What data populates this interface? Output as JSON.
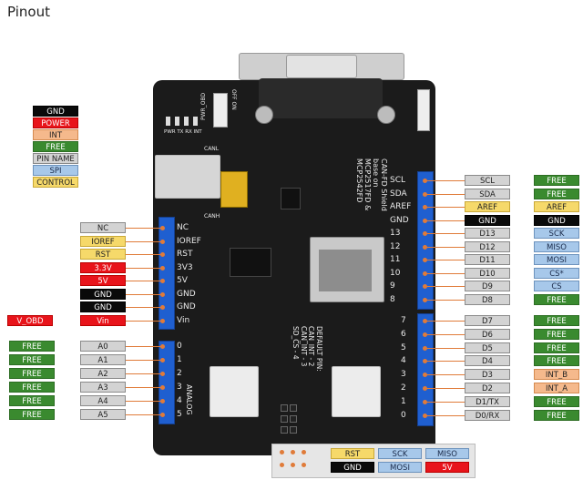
{
  "title": "Pinout",
  "legend": [
    {
      "text": "GND",
      "style": "gnd"
    },
    {
      "text": "POWER",
      "style": "red"
    },
    {
      "text": "INT",
      "style": "orange"
    },
    {
      "text": "FREE",
      "style": "free"
    },
    {
      "text": "PIN NAME",
      "style": "gray"
    },
    {
      "text": "SPI",
      "style": "blue"
    },
    {
      "text": "CONTROL",
      "style": "yel"
    }
  ],
  "left_power": [
    {
      "pin": "NC",
      "func": "NC",
      "func_style": "gray",
      "silk": "NC"
    },
    {
      "pin": "IOREF",
      "func": "IOREF",
      "func_style": "yel",
      "silk": "IOREF"
    },
    {
      "pin": "RST",
      "func": "RST",
      "func_style": "yel",
      "silk": "RST"
    },
    {
      "pin": "3.3V",
      "func": "3.3V",
      "func_style": "red",
      "silk": "3V3"
    },
    {
      "pin": "5V",
      "func": "5V",
      "func_style": "red",
      "silk": "5V"
    },
    {
      "pin": "GND",
      "func": "GND",
      "func_style": "gnd",
      "silk": "GND"
    },
    {
      "pin": "GND",
      "func": "GND",
      "func_style": "gnd",
      "silk": "GND"
    },
    {
      "pin": "Vin",
      "func": "Vin",
      "func_style": "red",
      "silk": "Vin",
      "extra": "V_OBD"
    }
  ],
  "left_analog": [
    {
      "free": "FREE",
      "pin": "A0",
      "silk": "0"
    },
    {
      "free": "FREE",
      "pin": "A1",
      "silk": "1"
    },
    {
      "free": "FREE",
      "pin": "A2",
      "silk": "2"
    },
    {
      "free": "FREE",
      "pin": "A3",
      "silk": "3"
    },
    {
      "free": "FREE",
      "pin": "A4",
      "silk": "4"
    },
    {
      "free": "FREE",
      "pin": "A5",
      "silk": "5"
    }
  ],
  "right_top": [
    {
      "pin": "SCL",
      "func": "FREE",
      "func_style": "free",
      "silk": "SCL"
    },
    {
      "pin": "SDA",
      "func": "FREE",
      "func_style": "free",
      "silk": "SDA"
    },
    {
      "pin": "AREF",
      "func": "AREF",
      "func_style": "yel",
      "silk": "AREF",
      "pin_style": "yel"
    },
    {
      "pin": "GND",
      "func": "GND",
      "func_style": "gnd",
      "silk": "GND",
      "pin_style": "gnd"
    },
    {
      "pin": "D13",
      "func": "SCK",
      "func_style": "blue",
      "silk": "13"
    },
    {
      "pin": "D12",
      "func": "MISO",
      "func_style": "blue",
      "silk": "12"
    },
    {
      "pin": "D11",
      "func": "MOSI",
      "func_style": "blue",
      "silk": "11"
    },
    {
      "pin": "D10",
      "func": "CS*",
      "func_style": "blue",
      "silk": "10"
    },
    {
      "pin": "D9",
      "func": "CS",
      "func_style": "blue",
      "silk": "9"
    },
    {
      "pin": "D8",
      "func": "FREE",
      "func_style": "free",
      "silk": "8"
    }
  ],
  "right_bottom": [
    {
      "pin": "D7",
      "func": "FREE",
      "func_style": "free",
      "silk": "7"
    },
    {
      "pin": "D6",
      "func": "FREE",
      "func_style": "free",
      "silk": "6"
    },
    {
      "pin": "D5",
      "func": "FREE",
      "func_style": "free",
      "silk": "5"
    },
    {
      "pin": "D4",
      "func": "FREE",
      "func_style": "free",
      "silk": "4"
    },
    {
      "pin": "D3",
      "func": "INT_B",
      "func_style": "orange",
      "silk": "3"
    },
    {
      "pin": "D2",
      "func": "INT_A",
      "func_style": "orange",
      "silk": "2"
    },
    {
      "pin": "D1/TX",
      "func": "FREE",
      "func_style": "free",
      "silk": "1"
    },
    {
      "pin": "D0/RX",
      "func": "FREE",
      "func_style": "free",
      "silk": "0"
    }
  ],
  "icsp": [
    {
      "text": "RST",
      "style": "yel"
    },
    {
      "text": "SCK",
      "style": "blue"
    },
    {
      "text": "MISO",
      "style": "blue"
    },
    {
      "text": "GND",
      "style": "gnd"
    },
    {
      "text": "MOSI",
      "style": "blue"
    },
    {
      "text": "5V",
      "style": "red"
    }
  ],
  "board_text": {
    "can_title": "CAN-FD Shield\nbase on\nMCP2517FD &\nMCP2542FD",
    "default_pin": "DEFAULT PIN:\nCAN_INT - 2\nCAN_INT - 3\nSD_CS - 4",
    "analog_label": "ANALOG",
    "canl": "CANL",
    "canh": "CANH",
    "pwr_obd": "PWR_OBD",
    "off_on": "OFF ON",
    "leds": "PWR TX RX INT"
  }
}
